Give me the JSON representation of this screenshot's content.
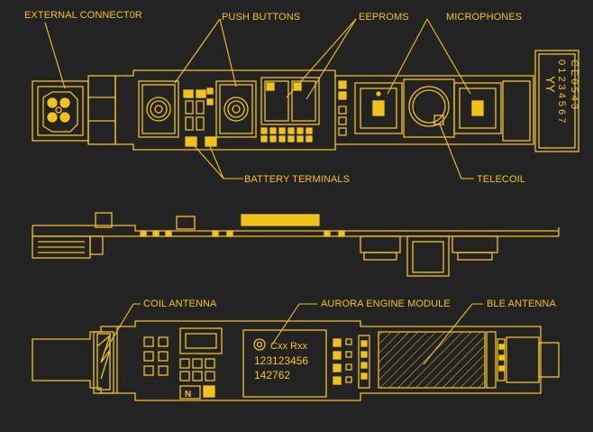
{
  "colors": {
    "background": "#232323",
    "line": "#f2c21a"
  },
  "callouts": {
    "external_connector": "EXTERNAL CONNECT0R",
    "push_buttons": "PUSH BUTTONS",
    "eeproms": "EEPROMS",
    "microphones": "MICROPHONES",
    "battery_terminals": "BATTERY TERMINALS",
    "telecoil": "TELECOIL",
    "coil_antenna": "COIL ANTENNA",
    "aurora_engine_module": "AURORA ENGINE MODULE",
    "ble_antenna": "BLE ANTENNA"
  },
  "tag": {
    "line1": "YY",
    "line2": "0 1 2 3 4 5 6 7",
    "line3": "C E 0 5 4 3"
  },
  "module": {
    "line1": "Cxx  Rxx",
    "line2": "123123456",
    "line3": "142762"
  },
  "connector_letter": "N"
}
